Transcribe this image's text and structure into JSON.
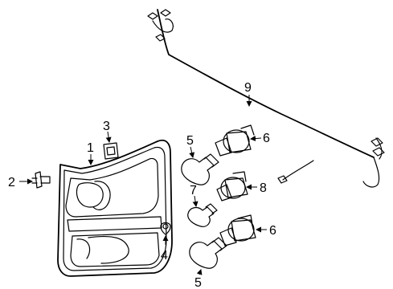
{
  "callouts": {
    "c1": "1",
    "c2": "2",
    "c3": "3",
    "c4": "4",
    "c5a": "5",
    "c5b": "5",
    "c6a": "6",
    "c6b": "6",
    "c7": "7",
    "c8": "8",
    "c9": "9"
  }
}
